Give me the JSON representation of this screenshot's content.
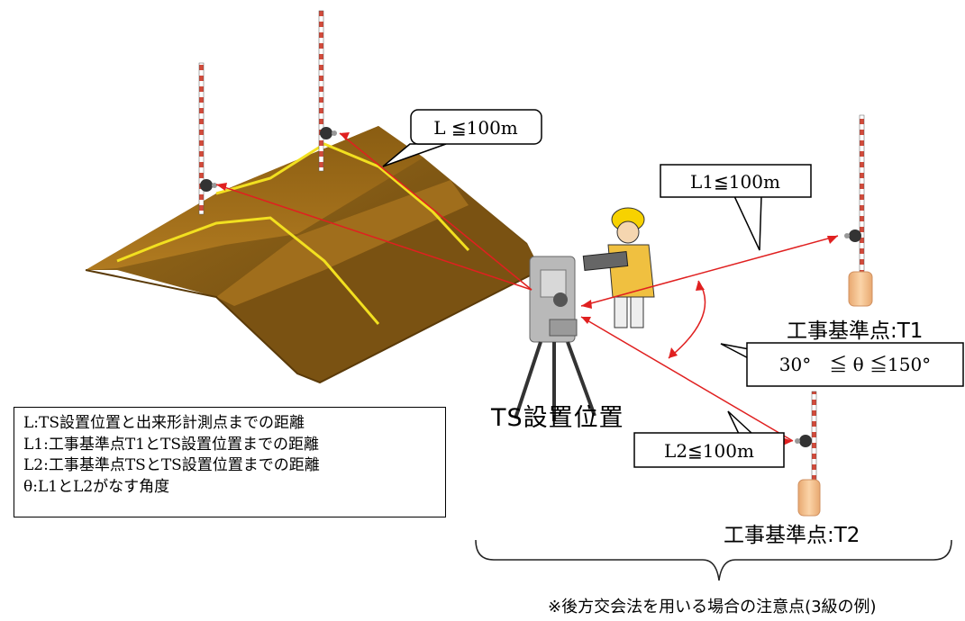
{
  "callouts": {
    "l": "L ≦100m",
    "l1": "L1≦100m",
    "l2": "L2≦100m",
    "theta": "30°　≦ θ ≦150°"
  },
  "labels": {
    "ts_position": "TS設置位置",
    "t1": "工事基準点:T1",
    "t2": "工事基準点:T2",
    "footnote": "※後方交会法を用いる場合の注意点(3級の例)"
  },
  "legend": {
    "items": [
      "L:TS設置位置と出来形計測点までの距離",
      "L1:工事基準点T1とTS設置位置までの距離",
      "L2:工事基準点TSとTS設置位置までの距離",
      "θ:L1とL2がなす角度"
    ]
  },
  "colors": {
    "embankment": "#9a6a1a",
    "embankment_dark": "#6e4a10",
    "breakline": "#f2e020",
    "measure_line": "#e02020",
    "prism_pole": "#c0392b",
    "benchmark": "#f4c48c",
    "vest": "#f0c040",
    "helmet": "#f7d200"
  }
}
